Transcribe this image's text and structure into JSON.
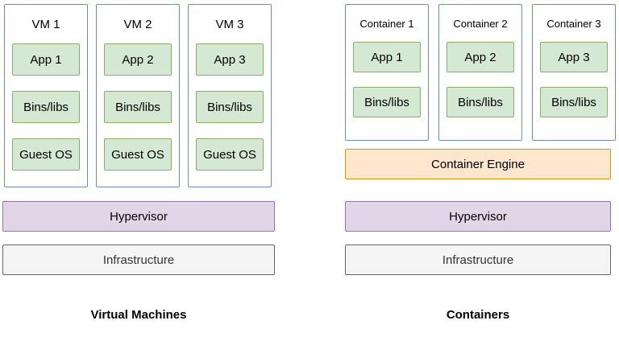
{
  "diagram": {
    "left": {
      "label": "Virtual Machines",
      "columns": [
        {
          "title": "VM 1",
          "boxes": [
            "App 1",
            "Bins/libs",
            "Guest OS"
          ]
        },
        {
          "title": "VM 2",
          "boxes": [
            "App 2",
            "Bins/libs",
            "Guest OS"
          ]
        },
        {
          "title": "VM 3",
          "boxes": [
            "App 3",
            "Bins/libs",
            "Guest OS"
          ]
        }
      ],
      "layers": [
        {
          "label": "Hypervisor"
        },
        {
          "label": "Infrastructure"
        }
      ]
    },
    "right": {
      "label": "Containers",
      "columns": [
        {
          "title": "Container 1",
          "boxes": [
            "App 1",
            "Bins/libs"
          ]
        },
        {
          "title": "Container 2",
          "boxes": [
            "App 2",
            "Bins/libs"
          ]
        },
        {
          "title": "Container 3",
          "boxes": [
            "App 3",
            "Bins/libs"
          ]
        }
      ],
      "layers": [
        {
          "label": "Container Engine"
        },
        {
          "label": "Hypervisor"
        },
        {
          "label": "Infrastructure"
        }
      ]
    }
  },
  "colors": {
    "box_border_blue": "#6c8ebf",
    "green_fill": "#d5e8d4",
    "green_border": "#82b366",
    "purple_fill": "#e1d5e7",
    "purple_border": "#9673a6",
    "orange_fill": "#ffe6cc",
    "orange_border": "#d79b00",
    "gray_fill": "#f5f5f5",
    "gray_border": "#666666"
  }
}
